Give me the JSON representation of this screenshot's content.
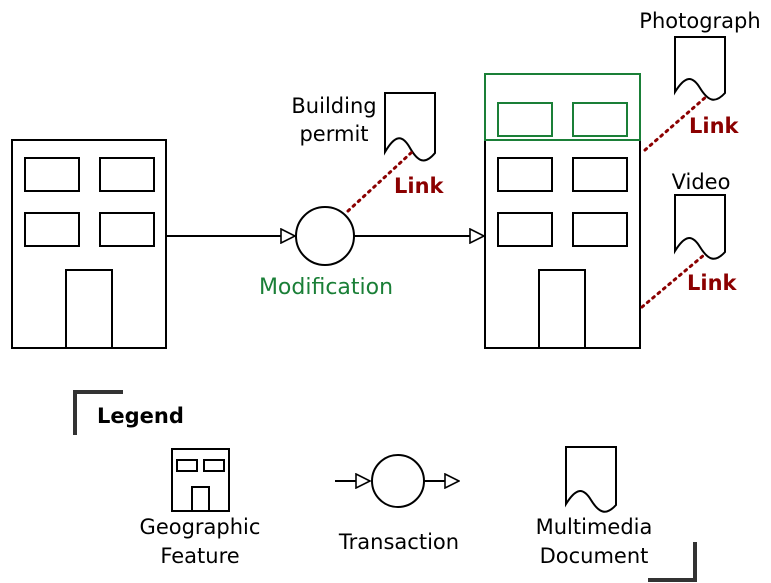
{
  "colors": {
    "stroke": "#000000",
    "modification": "#1a7f37",
    "link": "#8b0000",
    "legend_bracket": "#333333"
  },
  "labels": {
    "building_permit_line1": "Building",
    "building_permit_line2": "permit",
    "photograph": "Photograph",
    "video": "Video",
    "link": "Link",
    "modification": "Modification"
  },
  "legend": {
    "title": "Legend",
    "geographic_feature_line1": "Geographic",
    "geographic_feature_line2": "Feature",
    "transaction": "Transaction",
    "multimedia_line1": "Multimedia",
    "multimedia_line2": "Document"
  },
  "icons": {
    "building": "building-icon",
    "transaction": "transaction-circle-icon",
    "document": "multimedia-document-icon"
  }
}
